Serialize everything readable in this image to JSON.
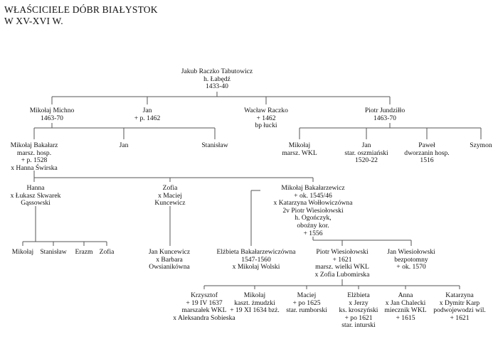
{
  "title_lines": [
    "WŁAŚCICIELE DÓBR BIAŁYSTOK",
    "W XV-XVI W."
  ],
  "line_color": "#555555",
  "people": {
    "jakub": [
      "Jakub Raczko Tabutowicz",
      "h. Łabędź",
      "1433-40"
    ],
    "mikolaj_michno": [
      "Mikołaj Michno",
      "1463-70"
    ],
    "jan_1": [
      "Jan",
      "+ p. 1462"
    ],
    "waclaw": [
      "Wacław Raczko",
      "+ 1462",
      "bp łucki"
    ],
    "piotr_jundzillo": [
      "Piotr Jundziłło",
      "1463-70"
    ],
    "mikolaj_bakalarz": [
      "Mikołaj Bakałarz",
      "marsz. hosp.",
      "+ p. 1528",
      "x Hanna Świrska"
    ],
    "jan_2": [
      "Jan"
    ],
    "stanislaw_1": [
      "Stanisław"
    ],
    "mikolaj_marsz": [
      "Mikołaj",
      "marsz. WKL"
    ],
    "jan_osz": [
      "Jan",
      "star. oszmiański",
      "1520-22"
    ],
    "pawel": [
      "Paweł",
      "dworzanin hosp.",
      "1516"
    ],
    "szymon": [
      "Szymon"
    ],
    "hanna": [
      "Hanna",
      "x Łukasz Skwarek",
      "Gąssowski"
    ],
    "zofia_k": [
      "Zofia",
      "x Maciej",
      "Kuncewicz"
    ],
    "mikolaj_bakalarzewicz": [
      "Mikołaj Bakałarzewicz",
      "+ ok. 1545/46",
      "x Katarzyna Wołłowiczówna",
      "2v Piotr Wiesiołowski",
      "h. Ogończyk,",
      "oboźny kor.",
      "+ 1556"
    ],
    "mikolaj_3": [
      "Mikołaj"
    ],
    "stanislaw_2": [
      "Stanisław"
    ],
    "erazm": [
      "Erazm"
    ],
    "zofia_2": [
      "Zofia"
    ],
    "jan_kuncewicz": [
      "Jan Kuncewicz",
      "x Barbara",
      "Owsianikówna"
    ],
    "elzbieta_b": [
      "Elżbieta Bakałarzewiczówna",
      "1547-1560",
      "x Mikołaj Wolski"
    ],
    "piotr_w": [
      "Piotr Wiesiołowski",
      "+ 1621",
      "marsz. wielki WKL",
      "x Zofia Lubomirska"
    ],
    "jan_w": [
      "Jan Wiesiołowski",
      "bezpotomny",
      "+ ok. 1570"
    ],
    "krzysztof": [
      "Krzysztof",
      "+ 19 IV 1637",
      "marszałek WKL",
      "x Aleksandra Sobieska"
    ],
    "mikolaj_kaszt": [
      "Mikołaj",
      "kaszt. żmudzki",
      "+ 19 XI 1634 bzż."
    ],
    "maciej": [
      "Maciej",
      "+ po 1625",
      "star. rumborski"
    ],
    "elzbieta_2": [
      "Elżbieta",
      "x Jerzy",
      "ks. kroszyński",
      "+ po 1621",
      "star. inturski"
    ],
    "anna": [
      "Anna",
      "x Jan Chalecki",
      "miecznik WKL",
      "+ 1615"
    ],
    "katarzyna": [
      "Katarzyna",
      "x Dymitr Karp",
      "podwojewodzi wil.",
      "+ 1621"
    ]
  }
}
